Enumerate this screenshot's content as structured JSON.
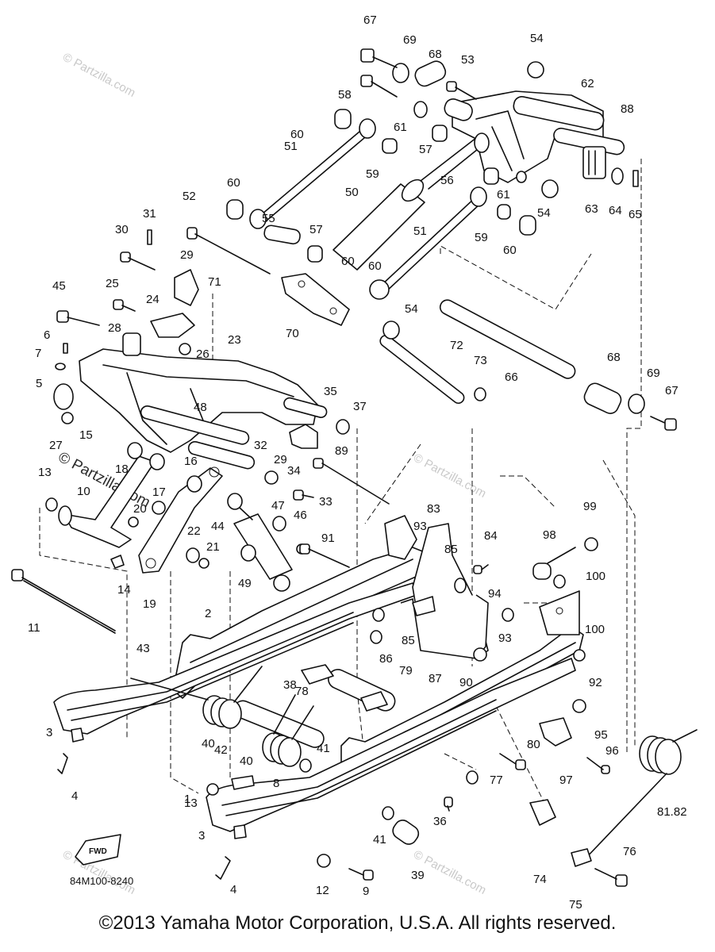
{
  "diagram": {
    "drawing_code": "84M100-8240",
    "fwd_label": "FWD",
    "watermark_text": "© Partzilla.com",
    "watermark_big": "© Partzilla.com",
    "part_labels": [
      "1",
      "2",
      "3",
      "3",
      "4",
      "4",
      "5",
      "6",
      "7",
      "8",
      "9",
      "10",
      "11",
      "12",
      "13",
      "13",
      "14",
      "15",
      "16",
      "17",
      "18",
      "19",
      "20",
      "21",
      "22",
      "23",
      "24",
      "25",
      "26",
      "27",
      "28",
      "29",
      "29",
      "30",
      "31",
      "32",
      "33",
      "34",
      "35",
      "36",
      "37",
      "38",
      "39",
      "40",
      "40",
      "41",
      "41",
      "42",
      "43",
      "44",
      "45",
      "46",
      "47",
      "48",
      "49",
      "50",
      "51",
      "51",
      "52",
      "53",
      "54",
      "54",
      "54",
      "55",
      "56",
      "57",
      "57",
      "58",
      "59",
      "59",
      "60",
      "60",
      "60",
      "60",
      "60",
      "61",
      "61",
      "62",
      "63",
      "64",
      "65",
      "66",
      "67",
      "67",
      "68",
      "68",
      "69",
      "69",
      "70",
      "71",
      "72",
      "73",
      "74",
      "75",
      "76",
      "77",
      "78",
      "79",
      "80",
      "81.82",
      "83",
      "84",
      "85",
      "85",
      "86",
      "87",
      "88",
      "89",
      "90",
      "91",
      "92",
      "93",
      "93",
      "94",
      "95",
      "96",
      "97",
      "98",
      "99",
      "100",
      "100"
    ]
  },
  "footer": {
    "copyright": "©2013  Yamaha Motor Corporation, U.S.A. All rights reserved."
  }
}
